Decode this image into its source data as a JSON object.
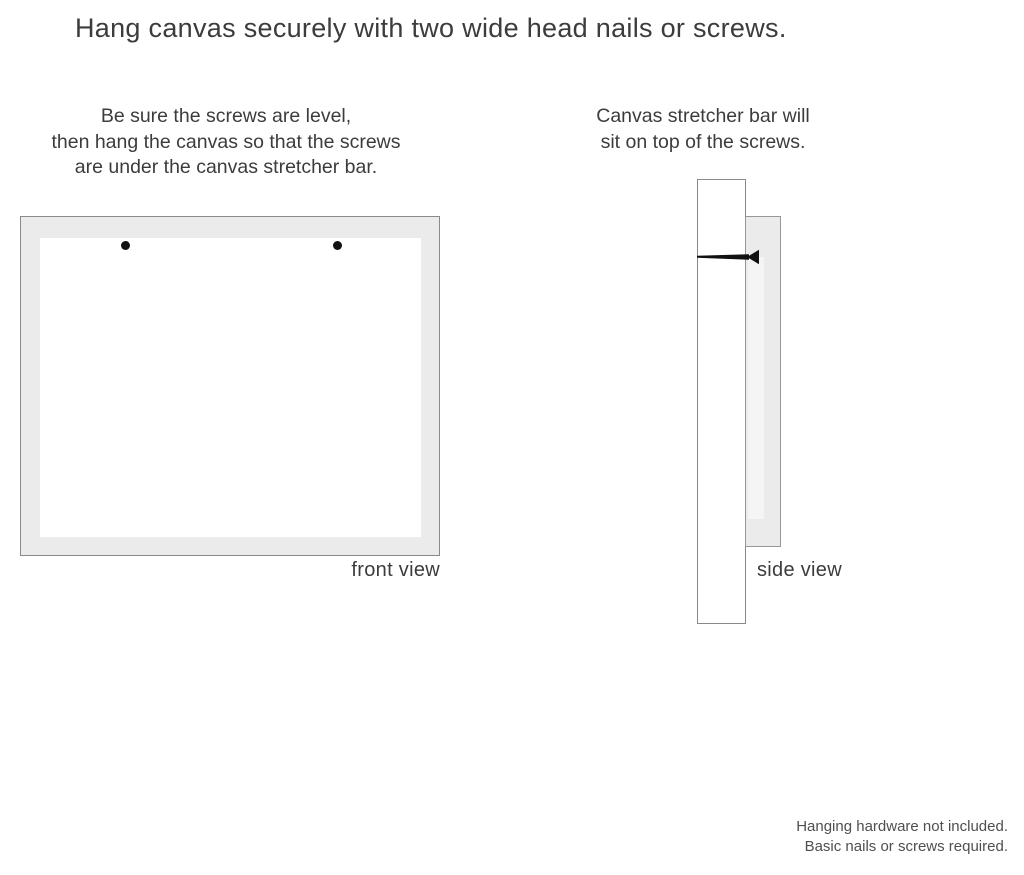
{
  "title": "Hang canvas securely with two wide head nails or screws.",
  "front_view": {
    "instruction": "Be sure the screws are level,\nthen hang the canvas so that the screws\nare under the canvas stretcher bar.",
    "label": "front view"
  },
  "side_view": {
    "instruction": "Canvas stretcher bar will\nsit on top of the screws.",
    "label": "side view"
  },
  "footer_note": {
    "line1": "Hanging hardware not included.",
    "line2": "Basic nails or screws required."
  },
  "colors": {
    "text": "#3c3c3c",
    "note_text": "#4f4f4f",
    "canvas_fill": "#ebebeb",
    "canvas_inner": "#ffffff",
    "outline": "#8a8a8a",
    "nail": "#111111",
    "background": "#ffffff"
  }
}
